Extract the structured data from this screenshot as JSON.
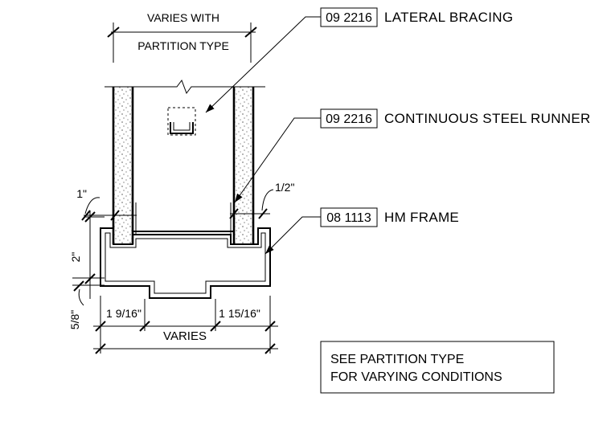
{
  "dimensions": {
    "top_line1": "VARIES WITH",
    "top_line2": "PARTITION TYPE",
    "one_inch": "1\"",
    "half_inch": "1/2\"",
    "two_inch": "2\"",
    "five_eighths": "5/8\"",
    "left_return": "1 9/16\"",
    "right_return": "1 15/16\"",
    "bottom": "VARIES"
  },
  "callouts": [
    {
      "tag": "09 2216",
      "label": "LATERAL BRACING"
    },
    {
      "tag": "09 2216",
      "label": "CONTINUOUS STEEL RUNNER"
    },
    {
      "tag": "08 1113",
      "label": "HM FRAME"
    }
  ],
  "note": {
    "line1": "SEE PARTITION TYPE",
    "line2": "FOR VARYING CONDITIONS"
  }
}
